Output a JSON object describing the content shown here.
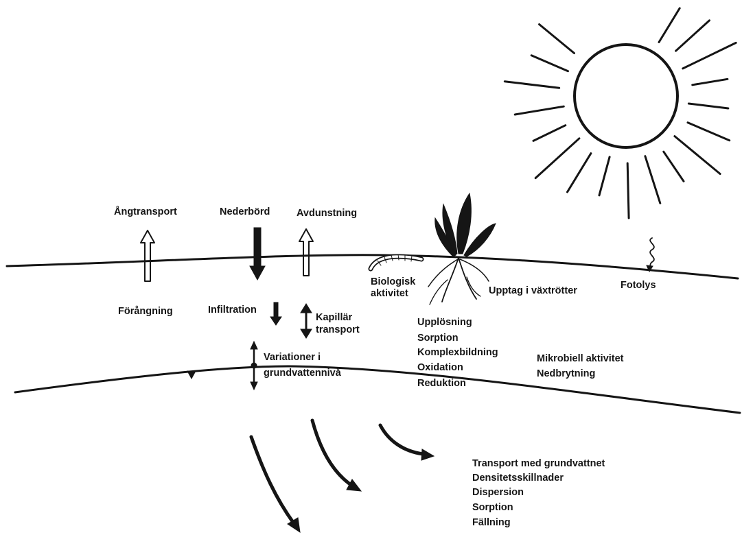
{
  "labels": {
    "vapor_transport": "Ångtransport",
    "precipitation": "Nederbörd",
    "evaporation": "Avdunstning",
    "biological_activity_line1": "Biologisk",
    "biological_activity_line2": "aktivitet",
    "root_uptake": "Upptag i växtrötter",
    "photolysis": "Fotolys",
    "vaporization": "Förångning",
    "infiltration": "Infiltration",
    "capillary_line1": "Kapillär",
    "capillary_line2": "transport",
    "unsat_processes": [
      "Upplösning",
      "Sorption",
      "Komplexbildning",
      "Oxidation",
      "Reduktion"
    ],
    "microbial": [
      "Mikrobiell aktivitet",
      "Nedbrytning"
    ],
    "groundwater_line1": "Variationer i",
    "groundwater_line2": "grundvattennivå",
    "groundwater_processes": [
      "Transport med grundvattnet",
      "Densitetsskillnader",
      "Dispersion",
      "Sorption",
      "Fällning"
    ]
  },
  "icons": {
    "sun": "sun-icon",
    "plant": "plant-icon",
    "worm": "worm-icon",
    "light_wave": "wavy-arrow-icon",
    "water_table_marker": "triangle-down-icon"
  },
  "colors": {
    "ink": "#151515",
    "background": "#ffffff"
  }
}
